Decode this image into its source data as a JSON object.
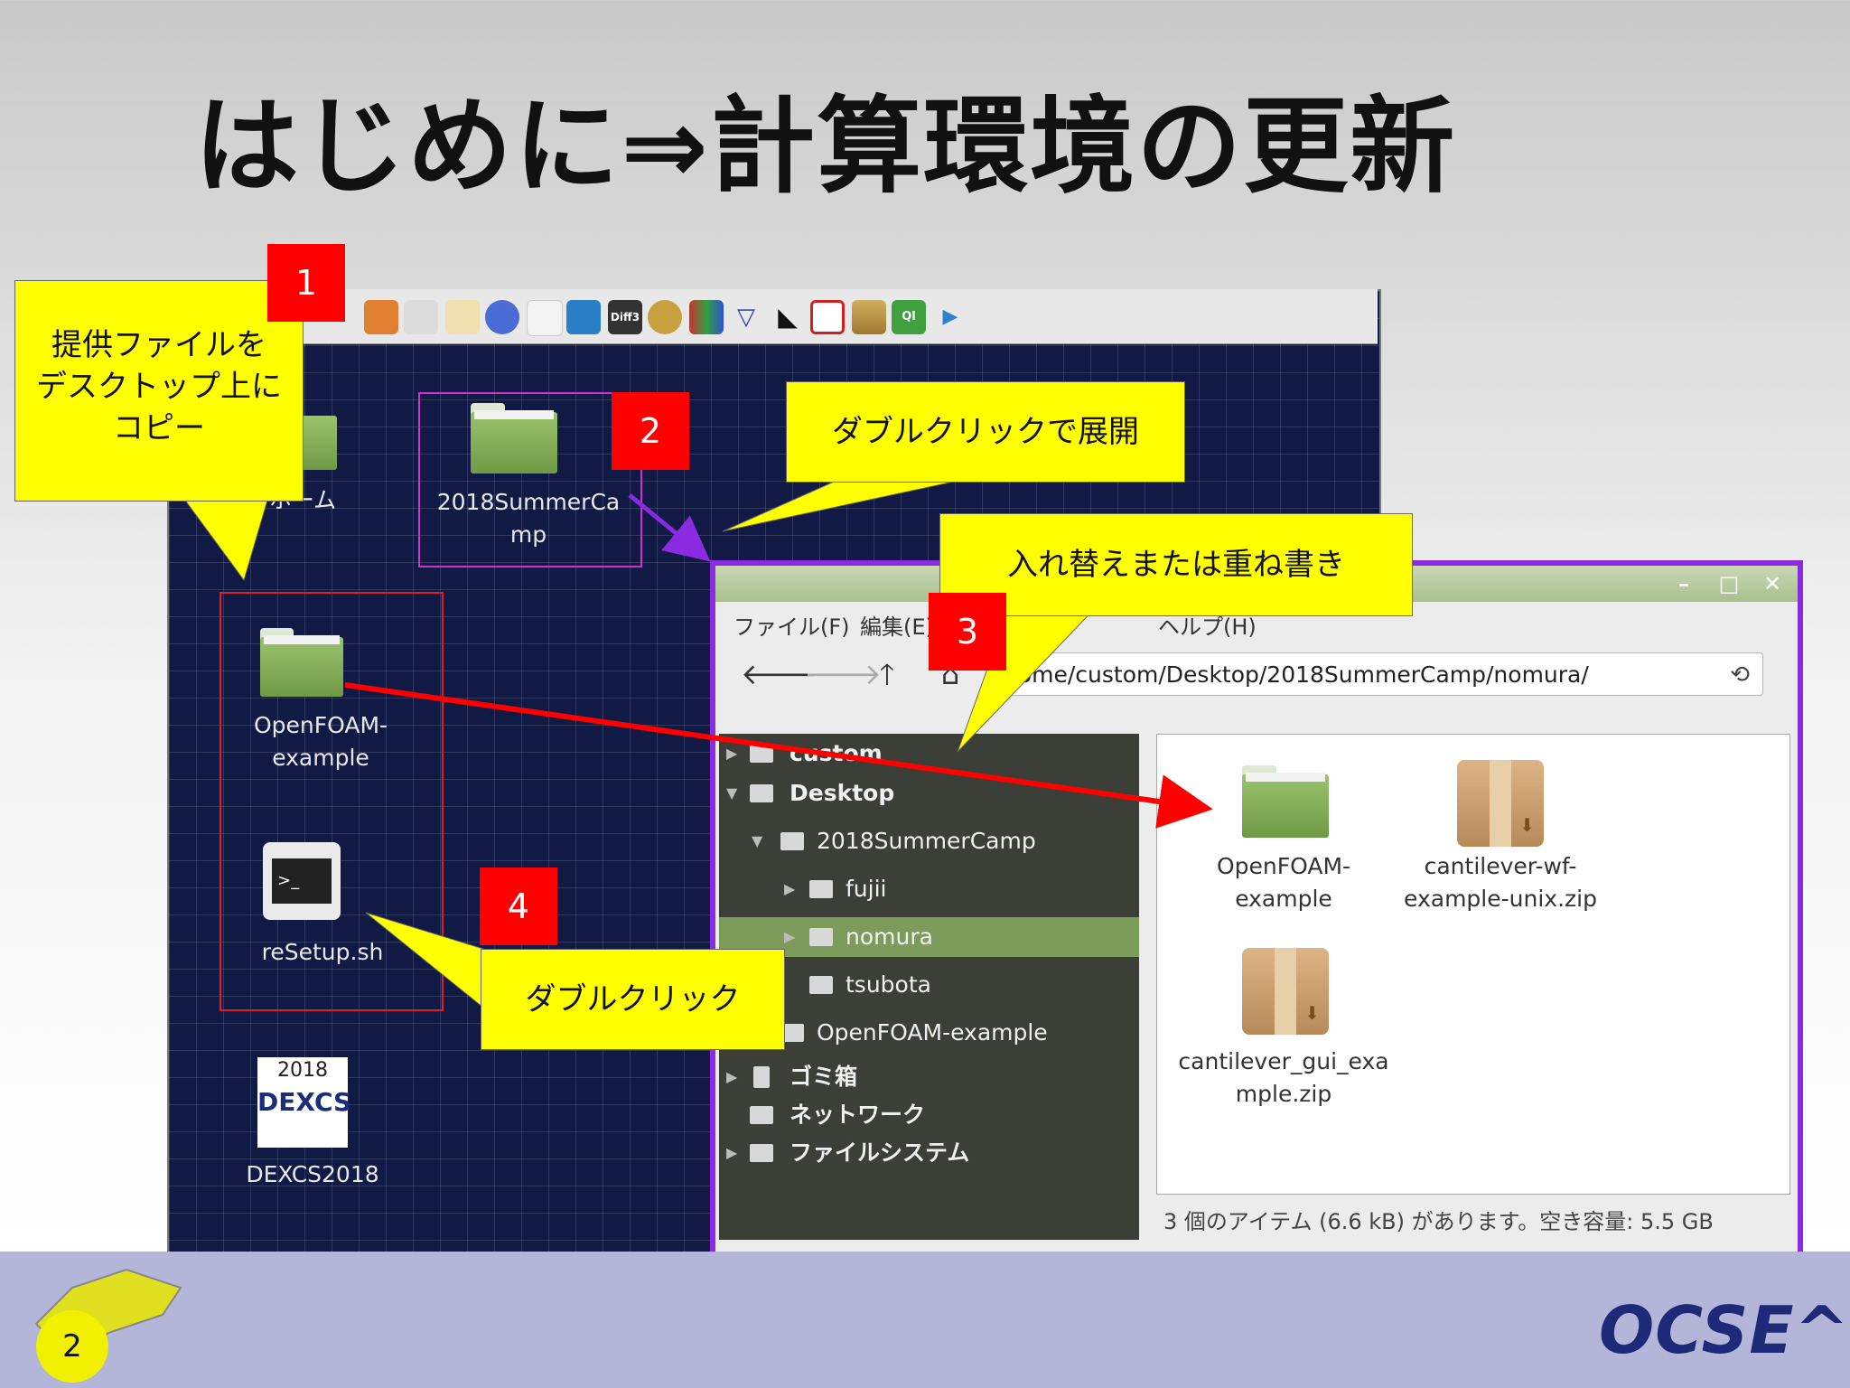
{
  "slide": {
    "title": "はじめに⇒計算環境の更新",
    "page_number": "2",
    "brand": "OCSE^2"
  },
  "desktop": {
    "icons": [
      {
        "label": "ホーム"
      },
      {
        "label_lines": [
          "2018SummerCa",
          "mp"
        ]
      },
      {
        "label_lines": [
          "OpenFOAM-",
          "example"
        ]
      },
      {
        "label": "reSetup.sh"
      },
      {
        "label": "DEXCS2018",
        "logo_year": "2018",
        "logo_text": "DEXCS"
      }
    ],
    "taskbar_icons": [
      "Diff3",
      "Ql"
    ]
  },
  "file_manager": {
    "menu": [
      "ファイル(F)",
      "編集(E)",
      "ヘルプ(H)"
    ],
    "address": "home/custom/Desktop/2018SummerCamp/nomura/",
    "tree": [
      {
        "label": "custom"
      },
      {
        "label": "Desktop"
      },
      {
        "label": "2018SummerCamp"
      },
      {
        "label": "fujii"
      },
      {
        "label": "nomura"
      },
      {
        "label": "tsubota"
      },
      {
        "label": "OpenFOAM-example"
      },
      {
        "label": "ゴミ箱"
      },
      {
        "label": "ネットワーク"
      },
      {
        "label": "ファイルシステム"
      }
    ],
    "files": [
      {
        "label_lines": [
          "OpenFOAM-",
          "example"
        ],
        "type": "folder"
      },
      {
        "label_lines": [
          "cantilever-wf-",
          "example-unix.zip"
        ],
        "type": "zip"
      },
      {
        "label_lines": [
          "cantilever_gui_exa",
          "mple.zip"
        ],
        "type": "zip"
      }
    ],
    "status": "3 個のアイテム (6.6 kB) があります。空き容量: 5.5 GB"
  },
  "callouts": {
    "c1_lines": [
      "提供ファイルを",
      "デスクトップ上に",
      "コピー"
    ],
    "c2": "ダブルクリックで展開",
    "c3": "入れ替えまたは重ね書き",
    "c4": "ダブルクリック"
  },
  "step_numbers": [
    "1",
    "2",
    "3",
    "4"
  ],
  "colors": {
    "callout": "#ffff00",
    "step_badge": "#ff0000",
    "window_border": "#8a2be2",
    "desktop": "#111a44",
    "folder": "#8ab55c",
    "brand": "#1e2a78"
  }
}
